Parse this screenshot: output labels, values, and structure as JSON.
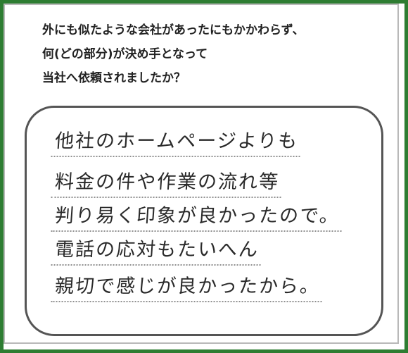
{
  "question": {
    "lines": [
      "外にも似たような会社があったにもかかわらず、",
      "何(どの部分)が決め手となって",
      "当社へ依頼されましたか？"
    ]
  },
  "answer": {
    "lines": [
      "他社のホームページよりも",
      "料金の件や作業の流れ等",
      "判り易く印象が良かったので。",
      "電話の応対もたいへん",
      "親切で感じが良かったから。"
    ]
  },
  "colors": {
    "frame": "#2e7d32",
    "highlight": "#f4ee3c",
    "box_border": "#555555"
  }
}
